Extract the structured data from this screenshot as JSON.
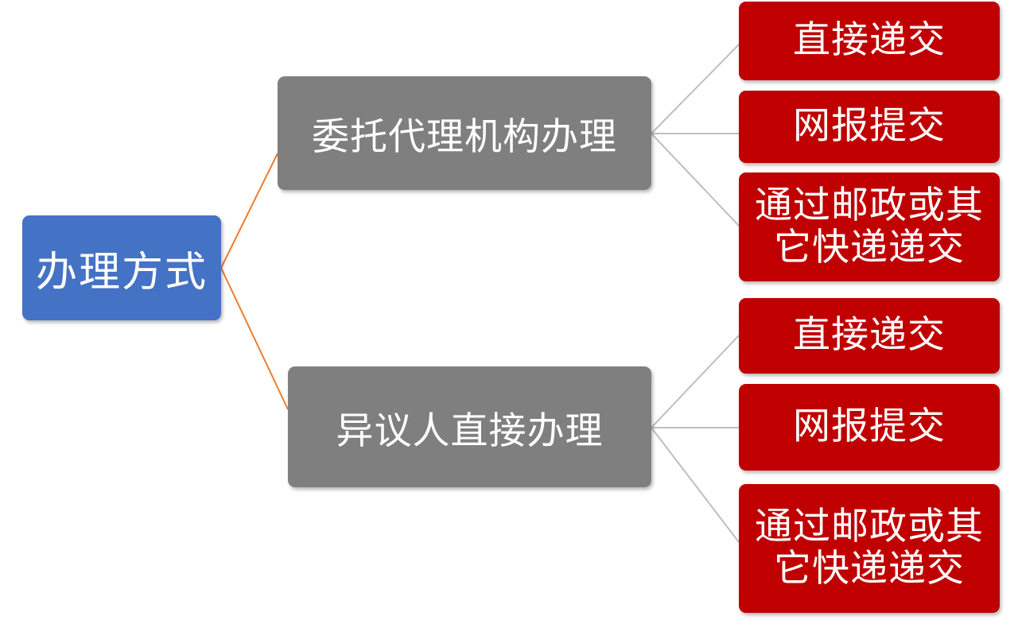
{
  "root": {
    "label": "办理方式"
  },
  "branches": [
    {
      "label": "委托代理机构办理",
      "leaves": [
        "直接递交",
        "网报提交",
        "通过邮政或其它快递递交"
      ]
    },
    {
      "label": "异议人直接办理",
      "leaves": [
        "直接递交",
        "网报提交",
        "通过邮政或其它快递递交"
      ]
    }
  ],
  "colors": {
    "root": "#4472c4",
    "branch": "#7f7f7f",
    "leaf": "#c00000",
    "root_connector": "#ed7d31",
    "leaf_connector": "#bfbfbf"
  }
}
